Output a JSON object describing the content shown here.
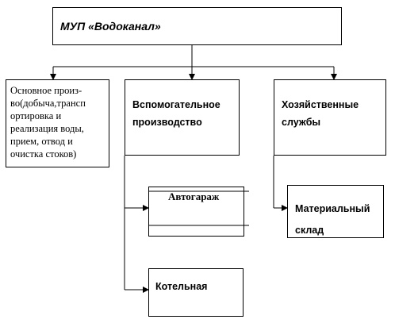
{
  "root": {
    "label": "МУП «Водоканал»"
  },
  "main_production": {
    "lines": [
      "Основное произ-",
      "во(добыча,трансп",
      "ортировка и",
      "реализация воды,",
      "прием, отвод и",
      "очистка стоков)"
    ]
  },
  "auxiliary": {
    "lines": [
      "Вспомогательное",
      "производство"
    ]
  },
  "household": {
    "lines": [
      "Хозяйственные",
      "службы"
    ]
  },
  "garage": {
    "label": "Автогараж"
  },
  "boiler": {
    "label": "Котельная"
  },
  "warehouse": {
    "lines": [
      "Материальный",
      "склад"
    ]
  }
}
